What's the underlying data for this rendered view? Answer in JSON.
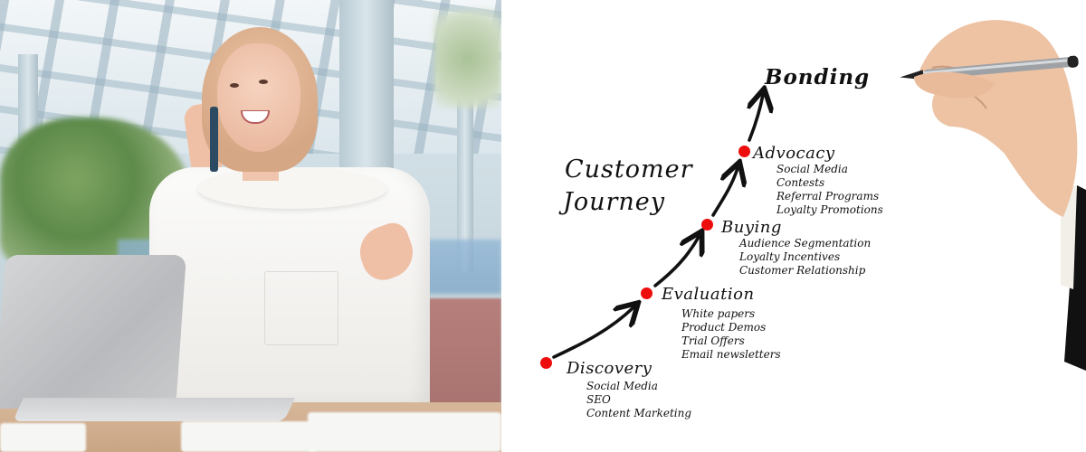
{
  "photo": {
    "description": "Smiling woman on a phone call at a laptop",
    "icon": "photo"
  },
  "diagram": {
    "title_line1": "Customer",
    "title_line2": "Journey",
    "accent_color": "#ee0d0d",
    "stages": [
      {
        "label": "Discovery",
        "items": [
          "Social Media",
          "SEO",
          "Content Marketing"
        ]
      },
      {
        "label": "Evaluation",
        "items": [
          "White papers",
          "Product Demos",
          "Trial Offers",
          "Email newsletters"
        ]
      },
      {
        "label": "Buying",
        "items": [
          "Audience Segmentation",
          "Loyalty Incentives",
          "Customer Relationship"
        ]
      },
      {
        "label": "Advocacy",
        "items": [
          "Social Media",
          "Contests",
          "Referral Programs",
          "Loyalty Promotions"
        ]
      }
    ],
    "final_stage": "Bonding"
  }
}
